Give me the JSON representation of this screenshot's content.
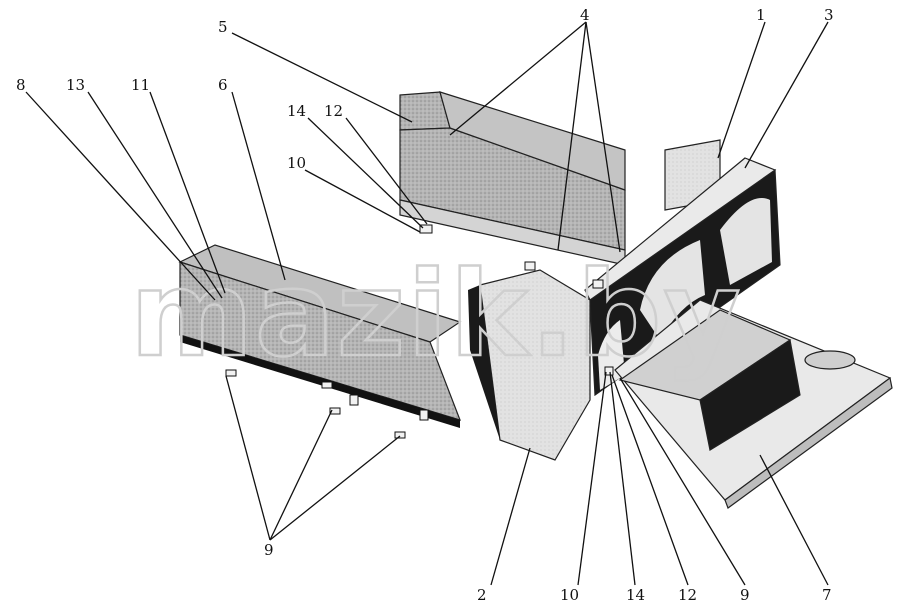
{
  "watermark": "mazik.by",
  "colors": {
    "dark": "#1a1a1a",
    "shade": "#9a9a9a",
    "light": "#d8d8d8",
    "pale": "#ececec"
  },
  "callouts": {
    "c1": "1",
    "c2": "2",
    "c3": "3",
    "c4": "4",
    "c5": "5",
    "c6": "6",
    "c7": "7",
    "c8": "8",
    "c9_left": "9",
    "c9_right": "9",
    "c10_top": "10",
    "c10_bottom": "10",
    "c11": "11",
    "c12_top": "12",
    "c12_bottom": "12",
    "c13": "13",
    "c14_top": "14",
    "c14_bottom": "14"
  }
}
